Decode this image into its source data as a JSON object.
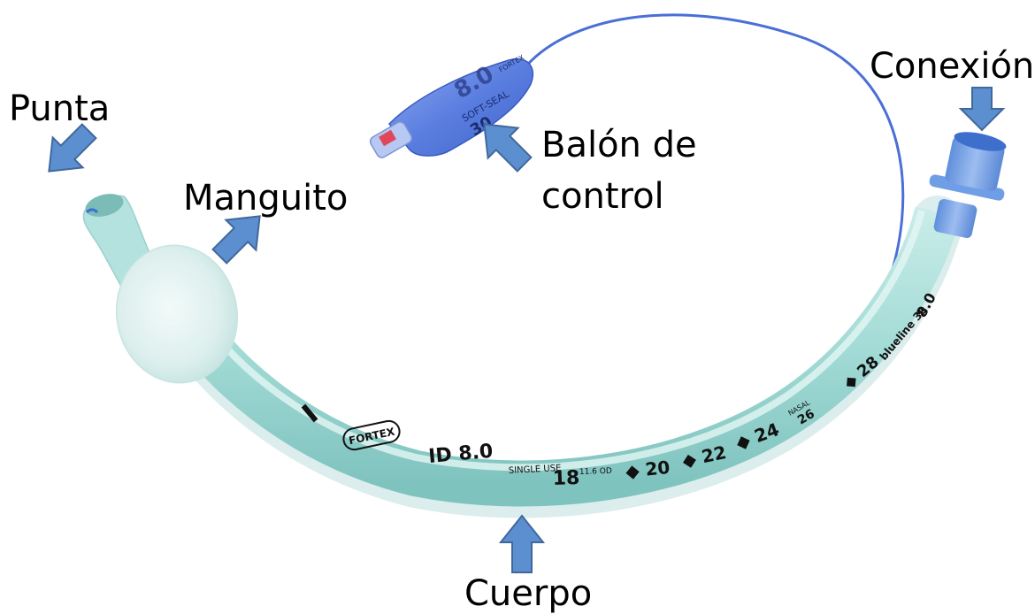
{
  "labels": {
    "punta": "Punta",
    "manguito": "Manguito",
    "balon_line1": "Balón de",
    "balon_line2": "control",
    "conexion": "Conexión",
    "cuerpo": "Cuerpo"
  },
  "tube_print": {
    "brand": "FORTEX",
    "id": "ID 8.0",
    "single_use": "SINGLE USE",
    "od": "11.6 OD",
    "m18": "18",
    "m20": "◆ 20",
    "m22": "◆ 22",
    "m24": "◆ 24",
    "nasal": "NASAL",
    "m26": "26",
    "m28": "◆ 28",
    "blueline": "blueline 30",
    "size": "8.0"
  },
  "balloon_print": {
    "size": "8.0",
    "soft_seal": "SOFT-SEAL",
    "cuff": "30",
    "brand": "FORTEX"
  },
  "colors": {
    "arrow": "#5b8fd0",
    "tube": "#a6dcd8",
    "pilot_balloon": "#5b7fe0",
    "connector": "#6f9ee6"
  }
}
